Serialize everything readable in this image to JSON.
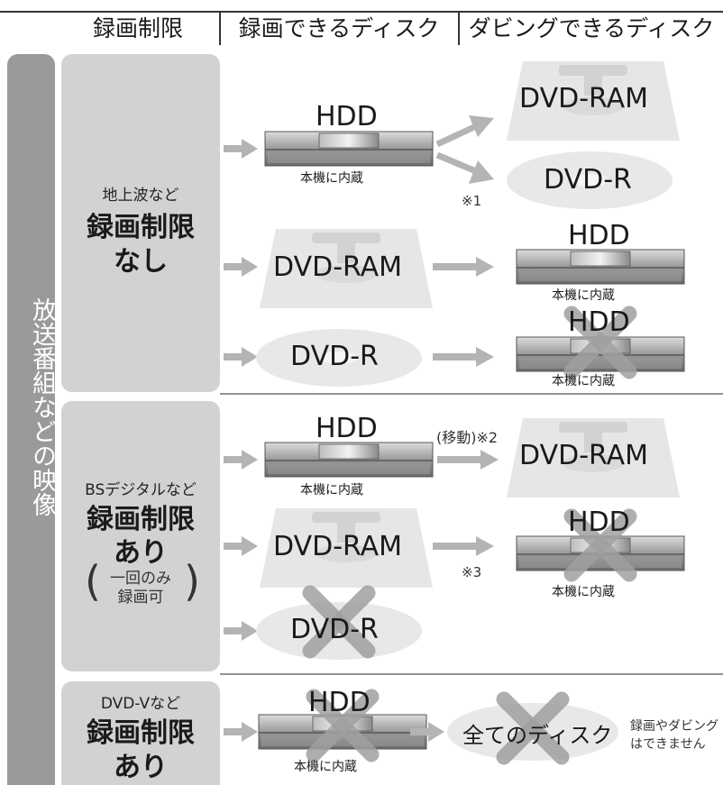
{
  "header": {
    "col1": "録画制限",
    "col2": "録画できるディスク",
    "col3": "ダビングできるディスク"
  },
  "sidebar_label": "放送番組などの映像",
  "categories": [
    {
      "small": "地上波など",
      "big1": "録画制限",
      "big2": "なし"
    },
    {
      "small": "BSデジタルなど",
      "big1": "録画制限",
      "big2": "あり",
      "paren1": "一回のみ",
      "paren2": "録画可"
    },
    {
      "small": "DVD-Vなど",
      "big1": "録画制限",
      "big2": "あり"
    }
  ],
  "labels": {
    "hdd": "HDD",
    "hdd_caption": "本機に内蔵",
    "dvd_ram": "DVD-RAM",
    "dvd_r": "DVD-R",
    "all_discs": "全てのディスク",
    "cannot1": "録画やダビング",
    "cannot2": "はできません",
    "note1": "※1",
    "note2": "(移動)※2",
    "note3": "※3"
  },
  "colors": {
    "sidebar": "#9a9a9a",
    "category_bg": "#d2d2d2",
    "disc_bg": "#e6e6e6",
    "arrow": "#b4b4b4",
    "cross": "#a0a0a0"
  }
}
